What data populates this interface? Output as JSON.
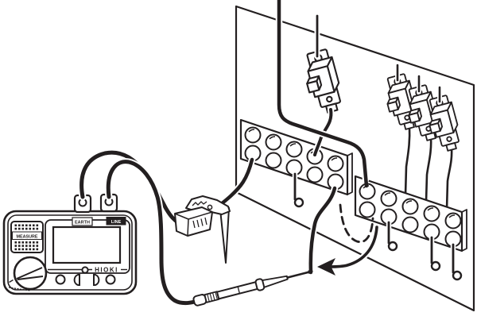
{
  "diagram": {
    "kind": "technical-line-illustration",
    "subject": "Insulation tester connected to a distribution panel",
    "ink_color": "#231f20",
    "background_color": "#ffffff"
  },
  "meter": {
    "brand": "HIOKI",
    "grille_label": "MEASURE",
    "terminals": {
      "earth_label": "EARTH",
      "line_label": "LINE"
    },
    "button_count": 5,
    "has_rotary_knob": true
  },
  "panel": {
    "main_breaker_count": 1,
    "branch_breaker_count": 3,
    "terminal_blocks": [
      {
        "position": "left",
        "rows": 2,
        "cols": 5
      },
      {
        "position": "right",
        "rows": 2,
        "cols": 5
      }
    ],
    "hanging_lug_wires": 4
  },
  "annotations": {
    "dashed_route": "alternate probe connection path",
    "arrow": "points to disconnected circuit wire"
  }
}
